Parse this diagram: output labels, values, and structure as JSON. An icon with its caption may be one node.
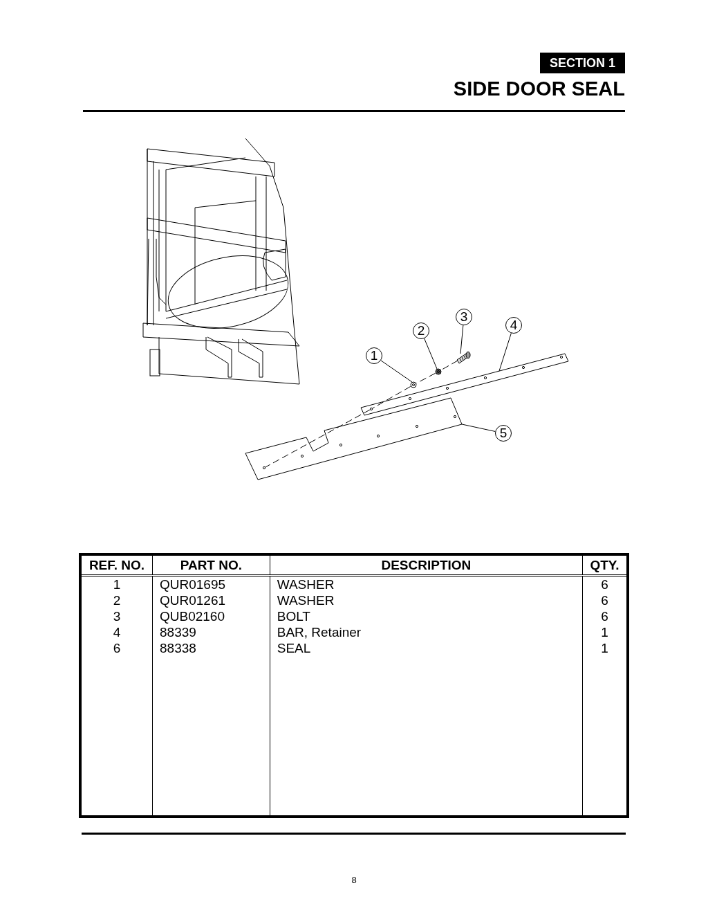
{
  "diagram": {
    "title": "SIDE DOOR SEAL",
    "nodes": [
      {
        "text": [
          "1"
        ]
      },
      {
        "text": [
          "2"
        ]
      },
      {
        "text": [
          "3"
        ]
      },
      {
        "text": [
          "4"
        ]
      },
      {
        "text": [
          "5"
        ]
      },
      {
        "text": [],
        "shape": "picture"
      },
      {
        "text": [],
        "shape": "picture"
      },
      {
        "text": [],
        "shape": "picture"
      },
      {
        "text": [],
        "shape": "picture"
      },
      {
        "text": [],
        "shape": "picture"
      }
    ],
    "edges": [
      {
        "from": 0,
        "to": 5,
        "arrow": "none"
      },
      {
        "from": 1,
        "to": 6,
        "arrow": "none"
      },
      {
        "from": 2,
        "to": 7,
        "arrow": "none"
      },
      {
        "from": 3,
        "to": 8,
        "arrow": "none"
      },
      {
        "from": 4,
        "to": 9,
        "arrow": "none"
      },
      {
        "from": 7,
        "to": 6,
        "arrow": "none",
        "style": "dashed"
      },
      {
        "from": 6,
        "to": 5,
        "arrow": "none",
        "style": "dashed"
      },
      {
        "from": 5,
        "to": 8,
        "arrow": "none",
        "style": "dashed"
      },
      {
        "from": 8,
        "to": 9,
        "arrow": "none",
        "style": "dashed"
      }
    ],
    "labels": [
      "SECTION 1",
      "REF. NO.",
      "PART NO.",
      "DESCRIPTION",
      "QTY.",
      "1",
      "QUR01695",
      "WASHER",
      "6",
      "2",
      "QUR01261",
      "WASHER",
      "6",
      "3",
      "QUB02160",
      "BOLT",
      "6",
      "4",
      "88339",
      "BAR, Retainer",
      "1",
      "6",
      "88338",
      "SEAL",
      "1",
      "8"
    ]
  }
}
